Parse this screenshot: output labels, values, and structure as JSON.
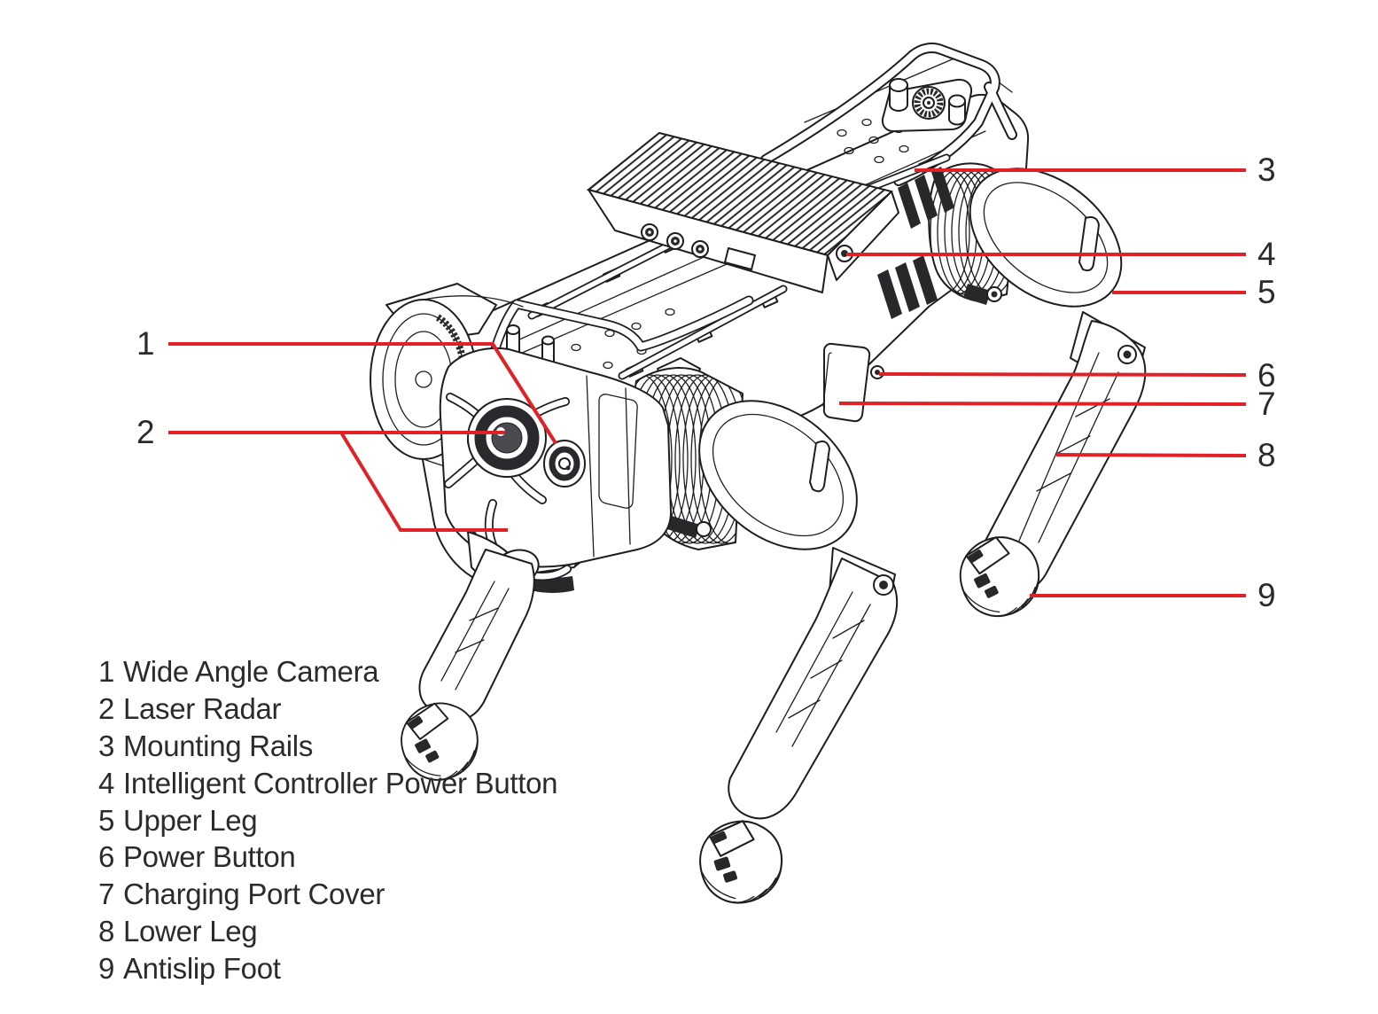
{
  "diagram": {
    "type": "quadruped-robot-parts-callout",
    "colors": {
      "background": "#ffffff",
      "line_art": "#1e1e20",
      "callout_red": "#e02125",
      "text": "#2b2b2e"
    },
    "parts": [
      {
        "num": "1",
        "label": "Wide Angle Camera"
      },
      {
        "num": "2",
        "label": "Laser Radar"
      },
      {
        "num": "3",
        "label": "Mounting Rails"
      },
      {
        "num": "4",
        "label": "Intelligent Controller Power Button"
      },
      {
        "num": "5",
        "label": "Upper Leg"
      },
      {
        "num": "6",
        "label": "Power Button"
      },
      {
        "num": "7",
        "label": "Charging Port Cover"
      },
      {
        "num": "8",
        "label": "Lower Leg"
      },
      {
        "num": "9",
        "label": "Antislip Foot"
      }
    ]
  }
}
